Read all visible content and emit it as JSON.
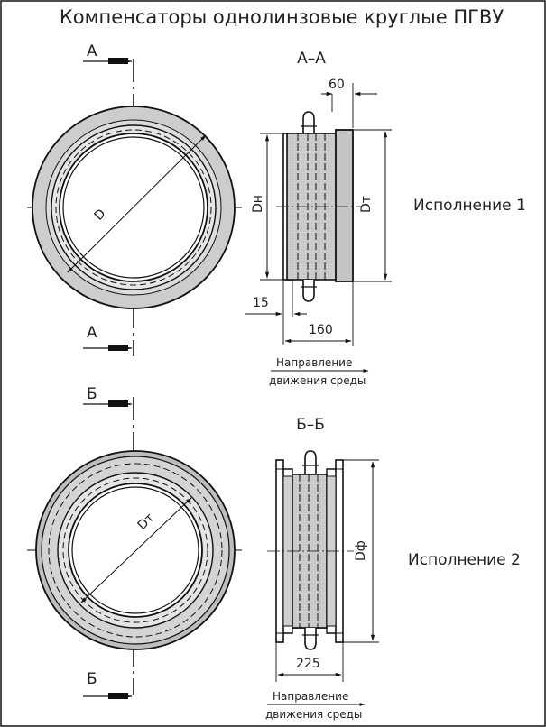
{
  "title": "Компенсаторы однолинзовые круглые ПГВУ",
  "section_a": {
    "cut_letter": "А",
    "label": "А–А",
    "dims": {
      "top": "60",
      "left_small": "15",
      "bottom": "160",
      "dn": "Dн",
      "dt": "Dт",
      "d": "D"
    },
    "variant": "Исполнение 1",
    "flow_line1": "Направление",
    "flow_line2": "движения среды"
  },
  "section_b": {
    "cut_letter": "Б",
    "label": "Б–Б",
    "dims": {
      "bottom": "225",
      "df": "Dф",
      "dt": "Dт"
    },
    "variant": "Исполнение 2",
    "flow_line1": "Направление",
    "flow_line2": "движения среды"
  }
}
